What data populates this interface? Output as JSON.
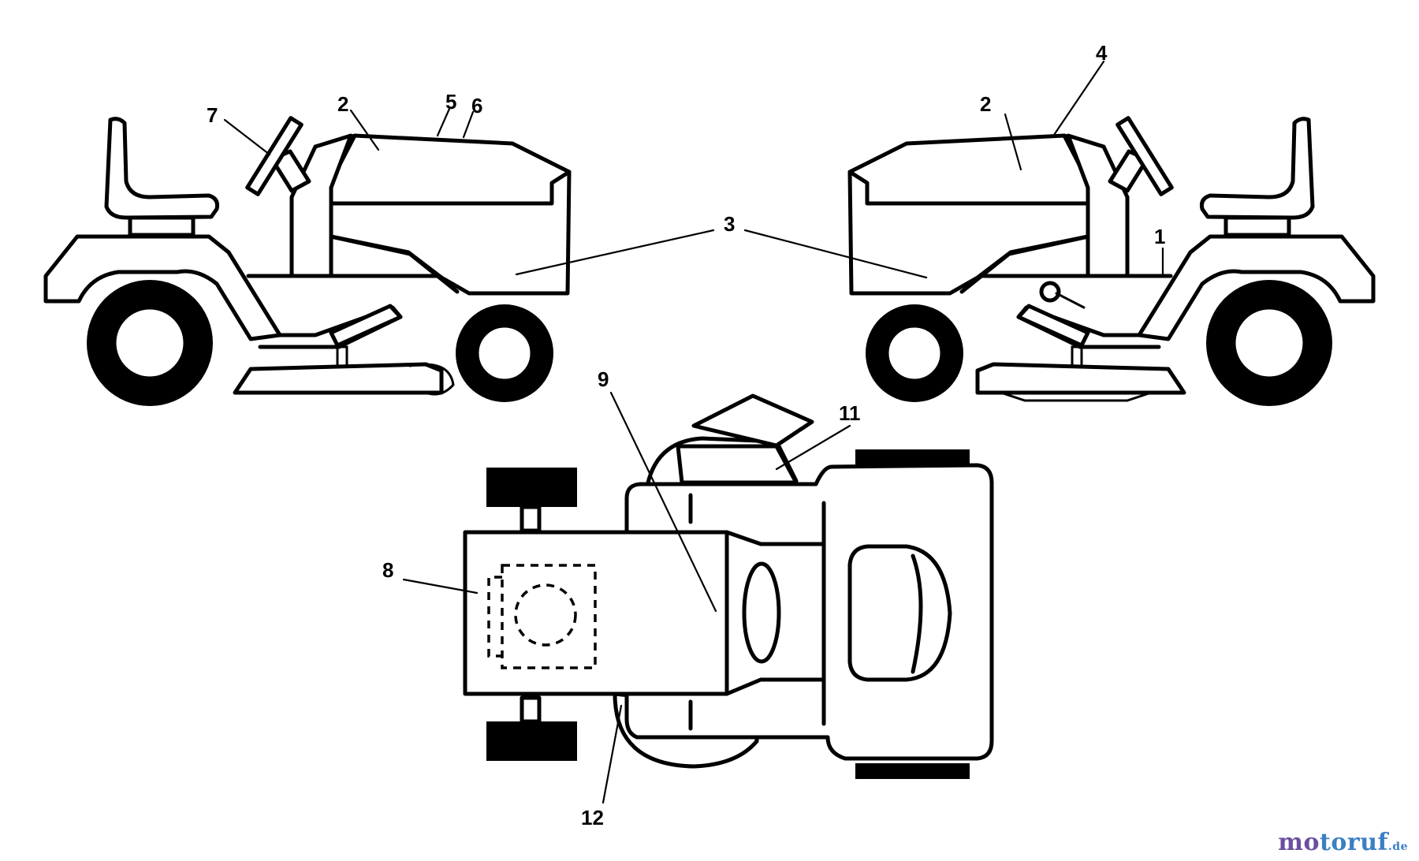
{
  "callouts": {
    "c1": "1",
    "c2_left": "2",
    "c2_right": "2",
    "c3": "3",
    "c4": "4",
    "c5": "5",
    "c6": "6",
    "c7": "7",
    "c8": "8",
    "c9": "9",
    "c11": "11",
    "c12": "12"
  },
  "watermark": {
    "part1": "mo",
    "part2": "toruf",
    "part3": "",
    "tld": ".de"
  },
  "colors": {
    "line": "#000000",
    "background": "#ffffff",
    "logo_purple": "#6b4fa0",
    "logo_blue": "#3b7fc4"
  }
}
